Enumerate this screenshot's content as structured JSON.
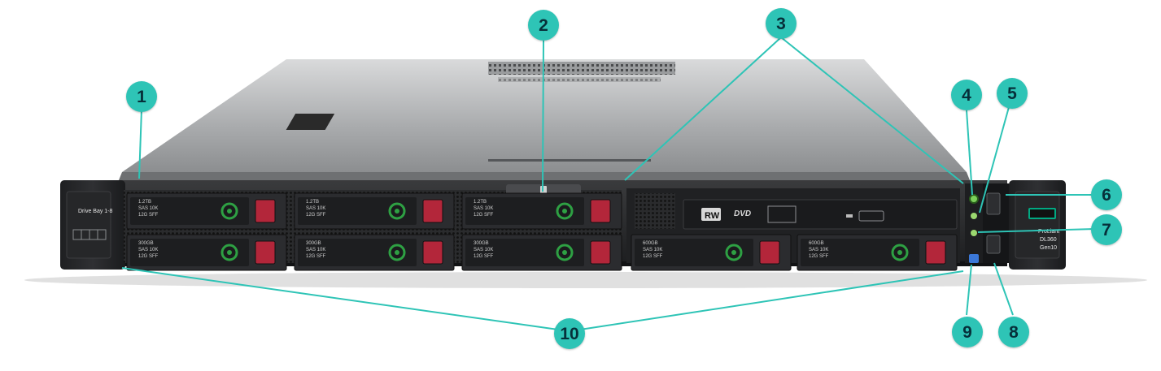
{
  "callouts": [
    "1",
    "2",
    "3",
    "4",
    "5",
    "6",
    "7",
    "8",
    "9",
    "10"
  ],
  "drive_bays": [
    {
      "label": [
        "1.2TB",
        "SAS 10K",
        "12G SFF"
      ]
    },
    {
      "label": [
        "1.2TB",
        "SAS 10K",
        "12G SFF"
      ]
    },
    {
      "label": [
        "1.2TB",
        "SAS 10K",
        "12G SFF"
      ]
    },
    {
      "label": [
        "300GB",
        "SAS 10K",
        "12G SFF"
      ]
    },
    {
      "label": [
        "300GB",
        "SAS 10K",
        "12G SFF"
      ]
    },
    {
      "label": [
        "300GB",
        "SAS 10K",
        "12G SFF"
      ]
    },
    {
      "label": [
        "600GB",
        "SAS 10K",
        "12G SFF"
      ]
    },
    {
      "label": [
        "600GB",
        "SAS 10K",
        "12G SFF"
      ]
    }
  ],
  "optical_drive": {
    "rw": "RW",
    "dvd": "DVD"
  },
  "left_ear": {
    "line1": "Drive Bay 1-8"
  },
  "right_ear": {
    "line1": "ProLiant",
    "line2": "DL360",
    "line3": "Gen10"
  },
  "colors": {
    "callout": "#2ec4b6",
    "leader": "#2ec4b6",
    "drive_latch": "#2ea043",
    "release_button": "#b3263a",
    "hpe_logo": "#01a982"
  }
}
